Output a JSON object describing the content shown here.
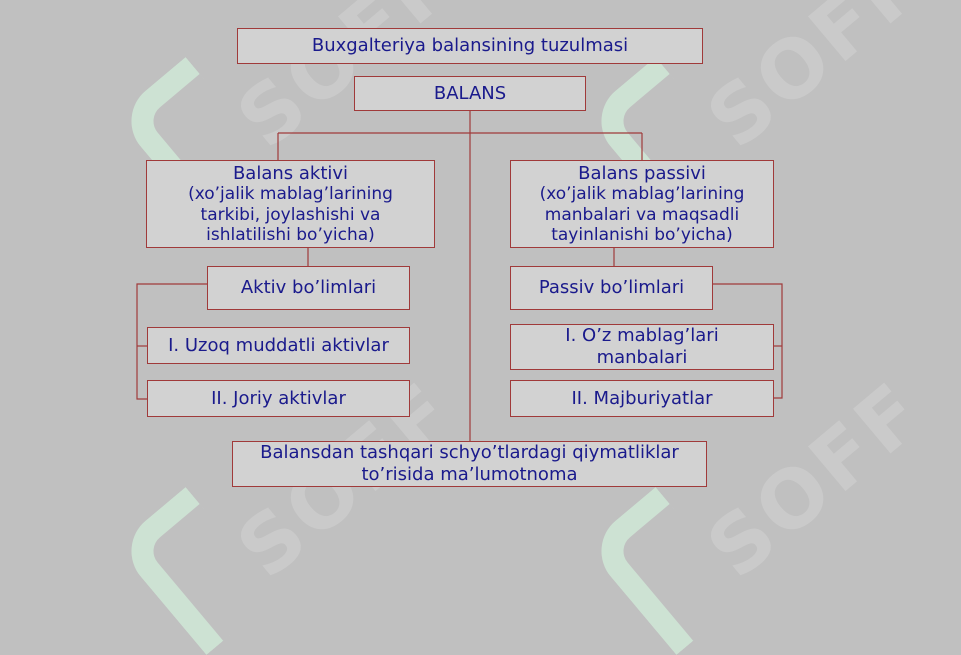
{
  "title": "Buxgalteriya balansining tuzulmasi",
  "root": "BALANS",
  "assets": {
    "heading": "Balans aktivi",
    "desc": [
      "(xo’jalik mablag’larining",
      "tarkibi, joylashishi va",
      "ishlatilishi bo’yicha)"
    ],
    "sections_label": "Aktiv bo’limlari",
    "section_1": "I. Uzoq muddatli  aktivlar",
    "section_2": "II. Joriy  aktivlar"
  },
  "liabilities": {
    "heading": "Balans passivi",
    "desc": [
      "(xo’jalik mablag’larining",
      "manbalari va maqsadli",
      "tayinlanishi bo’yicha)"
    ],
    "sections_label": "Passiv bo’limlari",
    "section_1": [
      "I. O’z mablag’lari",
      "manbalari"
    ],
    "section_2": "II. Majburiyatlar"
  },
  "off_balance": [
    "Balansdan tashqari schyo’tlardagi qiymatliklar",
    "to’risida ma’lumotnoma"
  ],
  "watermark": "SOFF",
  "colors": {
    "background": "#c0c0c0",
    "box_fill": "#d2d2d2",
    "border": "#a03a3a",
    "text": "#1a1a8c"
  }
}
